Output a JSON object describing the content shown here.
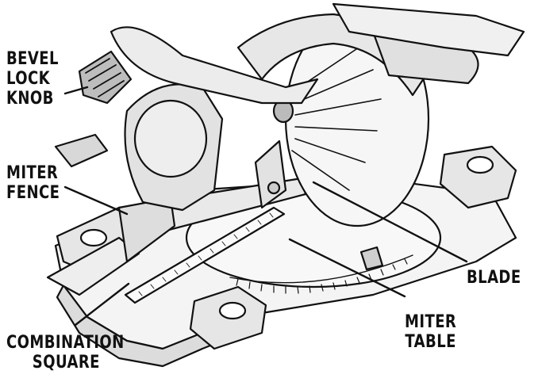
{
  "diagram": {
    "colors": {
      "ink": "#111111",
      "paper": "#ffffff",
      "shade": "#d6d6d6",
      "dark": "#555555"
    },
    "labels": {
      "bevel_lock_knob": [
        "BEVEL",
        "LOCK",
        "KNOB"
      ],
      "miter_fence": [
        "MITER",
        "FENCE"
      ],
      "blade": [
        "BLADE"
      ],
      "miter_table": [
        "MITER",
        "TABLE"
      ],
      "combination_square": [
        "COMBINATION",
        "SQUARE"
      ]
    }
  }
}
